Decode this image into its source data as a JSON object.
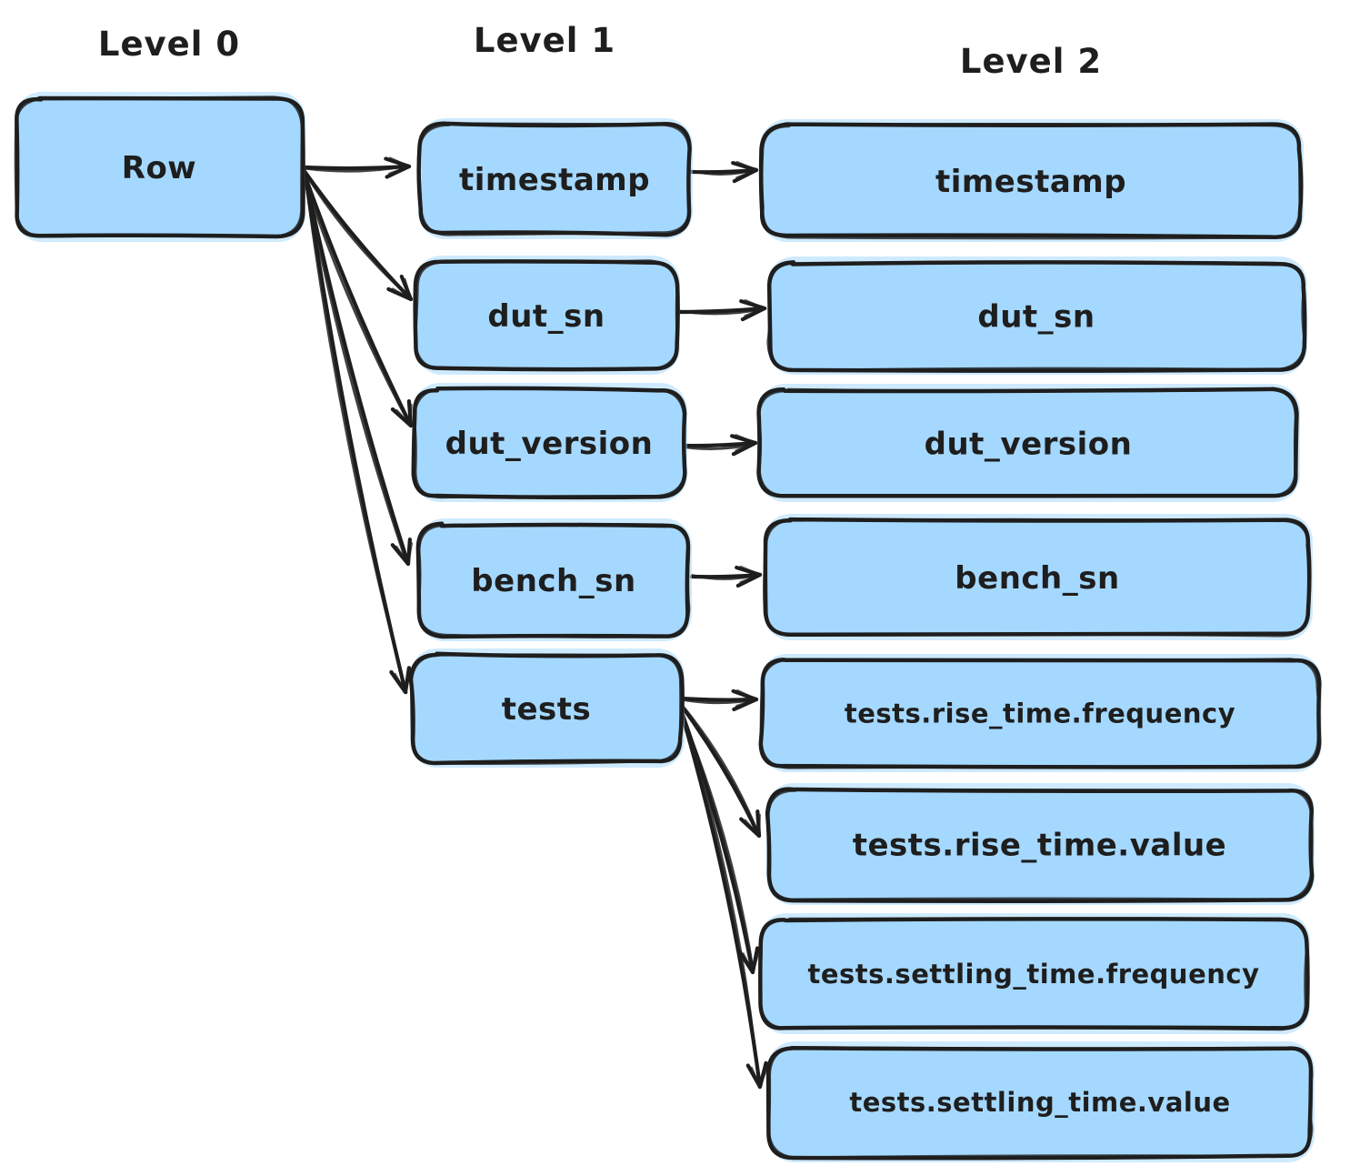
{
  "diagram": {
    "description": "Hand-drawn schema tree mapping a Row record through three levels of fields",
    "colors": {
      "background": "#ffffff",
      "node_fill": "#a5d8ff",
      "node_stroke": "#1e1e1e",
      "arrow": "#1e1e1e",
      "text": "#1e1e1e"
    },
    "headers": [
      {
        "label": "Level 0"
      },
      {
        "label": "Level 1"
      },
      {
        "label": "Level 2"
      }
    ],
    "nodes": [
      {
        "id": "row",
        "label": "Row",
        "level": 0
      },
      {
        "id": "l1-timestamp",
        "label": "timestamp",
        "level": 1
      },
      {
        "id": "l1-dut_sn",
        "label": "dut_sn",
        "level": 1
      },
      {
        "id": "l1-dut_version",
        "label": "dut_version",
        "level": 1
      },
      {
        "id": "l1-bench_sn",
        "label": "bench_sn",
        "level": 1
      },
      {
        "id": "l1-tests",
        "label": "tests",
        "level": 1
      },
      {
        "id": "l2-timestamp",
        "label": "timestamp",
        "level": 2
      },
      {
        "id": "l2-dut_sn",
        "label": "dut_sn",
        "level": 2
      },
      {
        "id": "l2-dut_version",
        "label": "dut_version",
        "level": 2
      },
      {
        "id": "l2-bench_sn",
        "label": "bench_sn",
        "level": 2
      },
      {
        "id": "l2-rise-freq",
        "label": "tests.rise_time.frequency",
        "level": 2
      },
      {
        "id": "l2-rise-value",
        "label": "tests.rise_time.value",
        "level": 2
      },
      {
        "id": "l2-settling-freq",
        "label": "tests.settling_time.frequency",
        "level": 2
      },
      {
        "id": "l2-settling-value",
        "label": "tests.settling_time.value",
        "level": 2
      }
    ],
    "edges": [
      {
        "from": "row",
        "to": "l1-timestamp"
      },
      {
        "from": "row",
        "to": "l1-dut_sn"
      },
      {
        "from": "row",
        "to": "l1-dut_version"
      },
      {
        "from": "row",
        "to": "l1-bench_sn"
      },
      {
        "from": "row",
        "to": "l1-tests"
      },
      {
        "from": "l1-timestamp",
        "to": "l2-timestamp"
      },
      {
        "from": "l1-dut_sn",
        "to": "l2-dut_sn"
      },
      {
        "from": "l1-dut_version",
        "to": "l2-dut_version"
      },
      {
        "from": "l1-bench_sn",
        "to": "l2-bench_sn"
      },
      {
        "from": "l1-tests",
        "to": "l2-rise-freq"
      },
      {
        "from": "l1-tests",
        "to": "l2-rise-value"
      },
      {
        "from": "l1-tests",
        "to": "l2-settling-freq"
      },
      {
        "from": "l1-tests",
        "to": "l2-settling-value"
      }
    ]
  }
}
